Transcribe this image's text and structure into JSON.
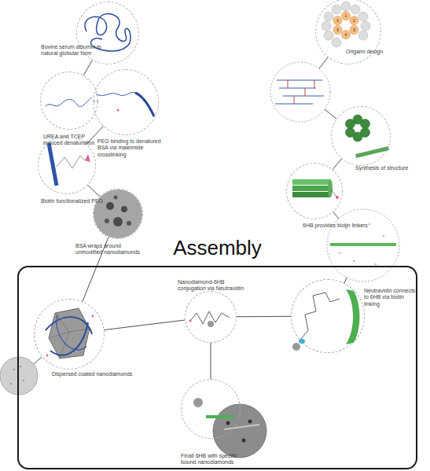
{
  "diagram": {
    "nodes": [
      {
        "text": [
          "Bovine serum albumin in natural globular form"
        ]
      },
      {
        "text": [
          "UREA and TCEP induced denaturation"
        ]
      },
      {
        "text": [
          "PEG binding to denatured BSA via maleimide crosslinking"
        ]
      },
      {
        "text": [
          "Biotin functionalized PEG"
        ]
      },
      {
        "text": [
          "BSA wraps around unmodified nanodiamonds"
        ]
      },
      {
        "text": [
          "Origami design"
        ]
      },
      {
        "text": [
          "Synthesis of structure"
        ]
      },
      {
        "text": [
          "6HB provides biotin linkers"
        ]
      },
      {
        "text": [
          "Assembly"
        ]
      },
      {
        "text": [
          "Dispersed coated nanodiamonds"
        ],
        "in": 8
      },
      {
        "text": [
          "Nanodiamond-6HB conjugation via Neutravidin"
        ],
        "in": 8
      },
      {
        "text": [
          "Neutravidin connects to 6HB via biotin linking"
        ],
        "in": 8
      },
      {
        "text": [
          "Finall 6HB with specific bound nanodiamonds"
        ],
        "in": 8
      }
    ],
    "edges": [
      {
        "from": 0,
        "to": 1,
        "arrow": "none"
      },
      {
        "from": 1,
        "to": 2,
        "arrow": "none"
      },
      {
        "from": 2,
        "to": 3,
        "arrow": "none"
      },
      {
        "from": 3,
        "to": 4,
        "arrow": "none"
      },
      {
        "from": 4,
        "to": 9,
        "arrow": "none"
      },
      {
        "from": 6,
        "to": 7,
        "arrow": "none"
      },
      {
        "from": 9,
        "to": 10,
        "arrow": "none"
      },
      {
        "from": 10,
        "to": 11,
        "arrow": "none"
      },
      {
        "from": 10,
        "to": 12,
        "arrow": "none"
      }
    ],
    "labels": [
      "1",
      "2",
      "3",
      "4",
      "5",
      "6"
    ]
  }
}
